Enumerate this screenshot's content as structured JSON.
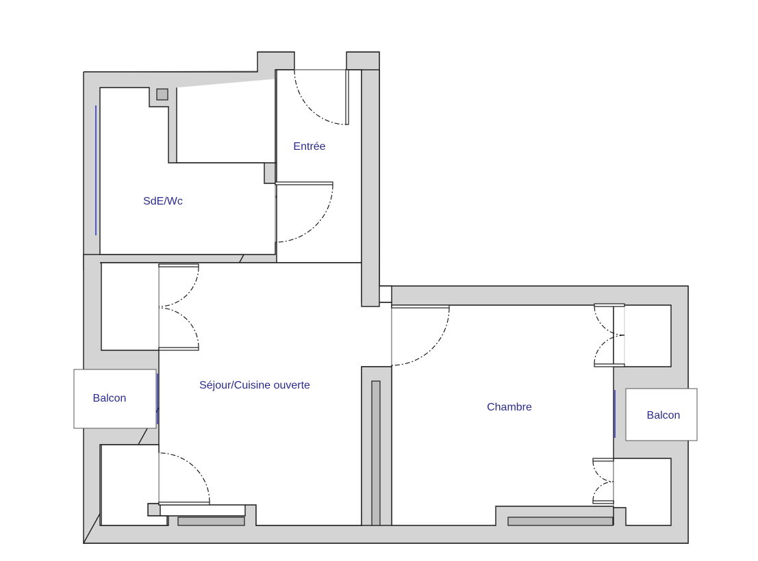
{
  "plan": {
    "rooms": {
      "entree": "Entrée",
      "sde_wc": "SdE/Wc",
      "sejour": "Séjour/Cuisine ouverte",
      "chambre": "Chambre",
      "balcon_left": "Balcon",
      "balcon_right": "Balcon"
    },
    "colors": {
      "wall_fill": "#d4d4d4",
      "outline": "#1a1a1a",
      "room_label": "#2b2b8c",
      "window_glass": "#1f1fbf"
    }
  }
}
